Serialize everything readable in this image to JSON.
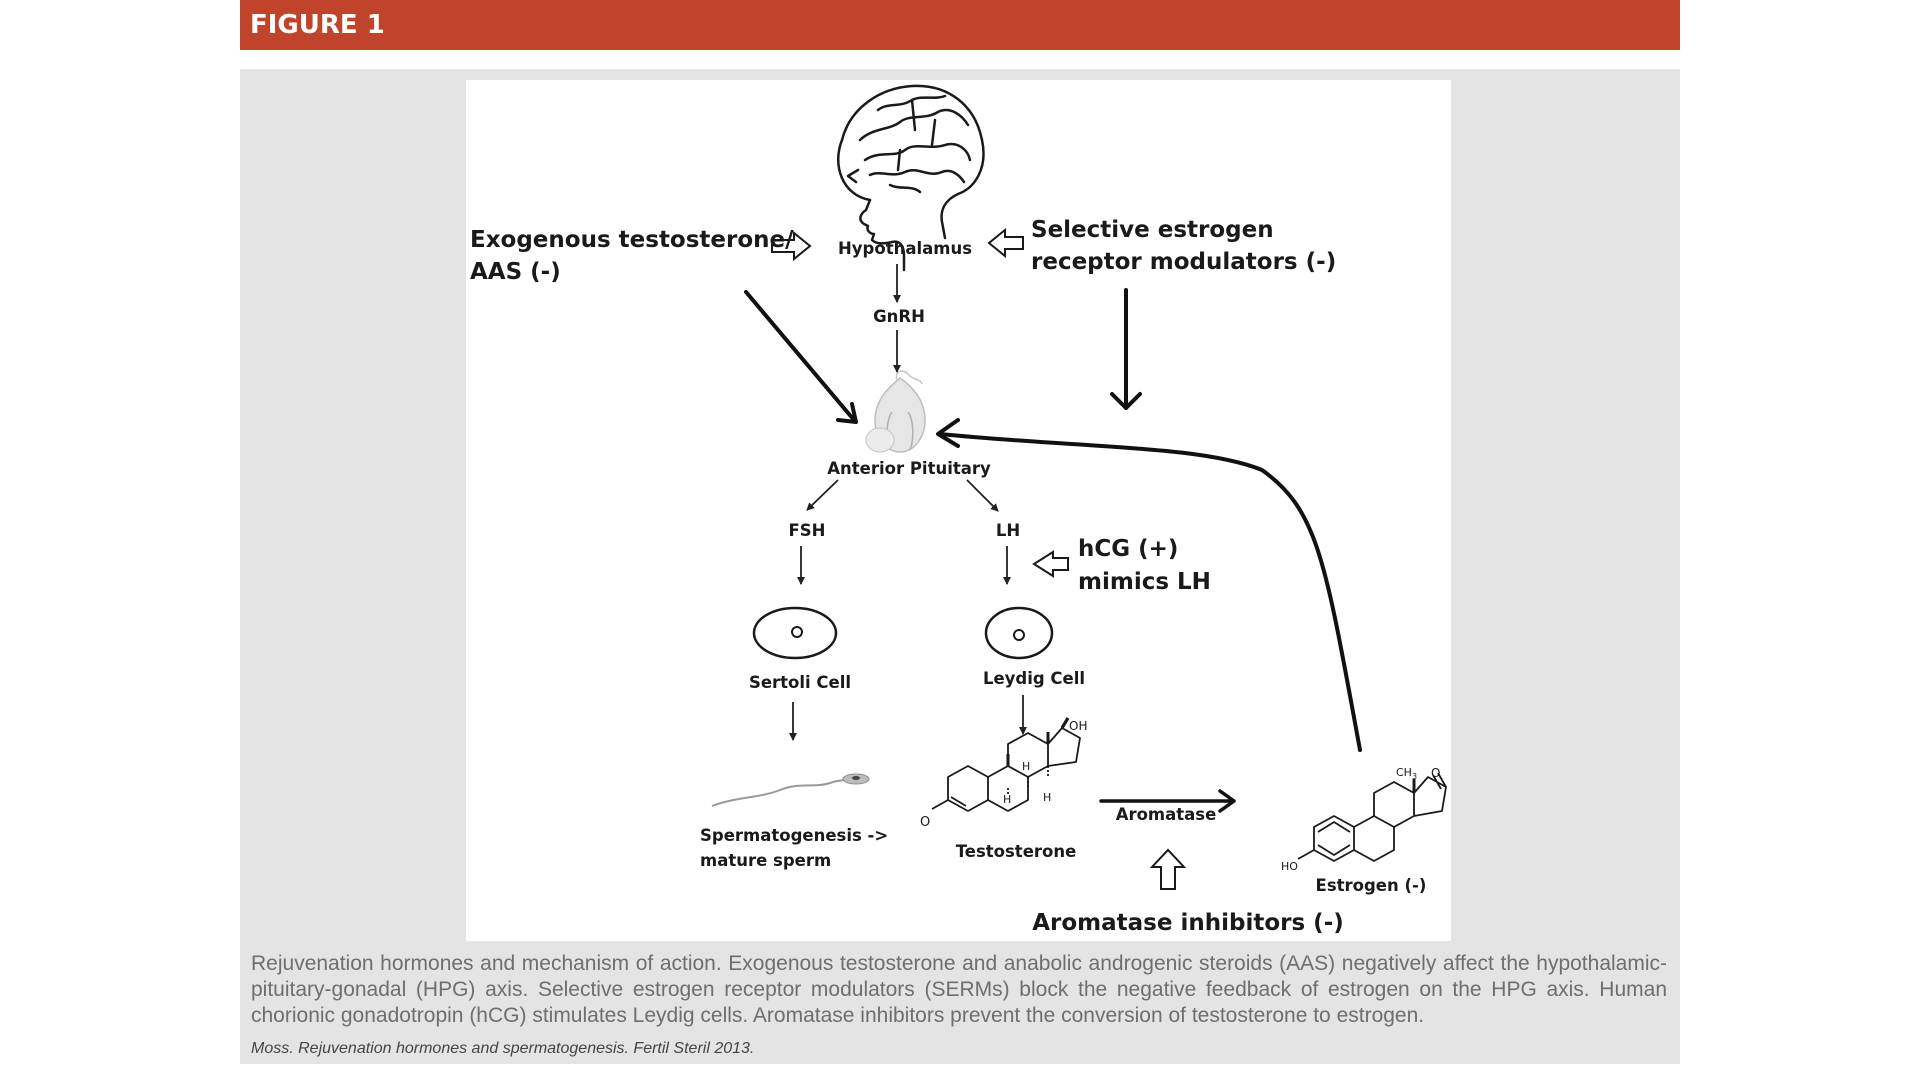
{
  "header": {
    "title": "FIGURE 1"
  },
  "diagram": {
    "nodes": {
      "hypothalamus": "Hypothalamus",
      "gnrh": "GnRH",
      "anterior_pituitary": "Anterior Pituitary",
      "fsh": "FSH",
      "lh": "LH",
      "sertoli_cell": "Sertoli Cell",
      "leydig_cell": "Leydig Cell",
      "spermatogenesis_line1": "Spermatogenesis ->",
      "spermatogenesis_line2": "mature sperm",
      "testosterone": "Testosterone",
      "aromatase": "Aromatase",
      "estrogen": "Estrogen (-)"
    },
    "modulators": {
      "exogenous_line1": "Exogenous testosterone/",
      "exogenous_line2": "AAS (-)",
      "serm_line1": "Selective estrogen",
      "serm_line2": "receptor modulators (-)",
      "hcg_line1": "hCG (+)",
      "hcg_line2": "mimics LH",
      "aromatase_inhibitors": "Aromatase inhibitors (-)"
    },
    "structure_labels": {
      "oh": "OH",
      "ho": "HO",
      "h": "H",
      "o": "O",
      "ch3": "CH",
      "ch3_sub": "3"
    }
  },
  "caption": "Rejuvenation hormones and mechanism of action. Exogenous testosterone and anabolic androgenic steroids (AAS) negatively affect the hypothalamic-pituitary-gonadal (HPG) axis. Selective estrogen receptor modulators (SERMs) block the negative feedback of estrogen on the HPG axis. Human chorionic gonadotropin (hCG) stimulates Leydig cells. Aromatase inhibitors prevent the conversion of testosterone to estrogen.",
  "citation": "Moss. Rejuvenation hormones and spermatogenesis. Fertil Steril 2013."
}
